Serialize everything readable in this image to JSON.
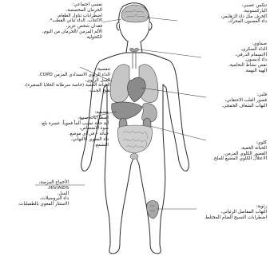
{
  "figure": {
    "title": "",
    "kind": "anatomy-diagram"
  },
  "labels": [
    {
      "id": "psych",
      "heading": "نفسي اجتماعي:",
      "lines": [
        "الحرمان المخصصة،",
        "اضطرابات تناول الطعام،",
        "الاكتئاب. الداء ثنائي القطب*.",
        "فقدان شخص عزيز،",
        "الألم المزمن /الحرمان من النوم،",
        "الكحولية."
      ]
    },
    {
      "id": "neuro",
      "heading": "تنكس عصبي:",
      "lines": [
        "الباركنسونية،",
        "الخرف مثل داء الزهايمر،",
        "داء العصبون المحرك."
      ]
    },
    {
      "id": "endo",
      "heading": "صماوي:",
      "lines": [
        "الداء السكري،",
        "الانسمام الدرقي،",
        "داء أديسون،",
        "نقص نشاط النخامية،",
        "الهية النهمة."
      ]
    },
    {
      "id": "resp",
      "heading": "تنفسية:",
      "lines": [
        "الداء الرئوي الانسدادي المزمن COPD،",
        "السل الرئوي،",
        "الخباثة الخفية (خاصة سرطانة الخلايا الصغيرة)،",
        "تقيح الجنب."
      ]
    },
    {
      "id": "cardiac",
      "heading": "قلبي:",
      "lines": [
        "قصور القلب الاحتقاني،",
        "التهاب الشغاف الخمجي."
      ]
    },
    {
      "id": "gi",
      "heading": "هضمية:",
      "lines": [
        "اضطرابات سنية،",
        "أية حالة تسبب ألماً فموياً، عسرة بلع،",
        "سوء الامتصاص،",
        "خباثة – في أي موضع،",
        "داء المعوي الالتهابي،",
        "التشمع."
      ]
    },
    {
      "id": "renal",
      "heading": "كلوي:",
      "lines": [
        "الخباثة الخفية،",
        "القصور الكلوي المزمن،",
        "الاعتلال الكلوي المضيع للملح."
      ]
    },
    {
      "id": "rheum",
      "heading": "رثوية:",
      "lines": [
        "التهاب المفاصل الرثياني،",
        "اضطرابات النسيج الضام المختلط."
      ]
    },
    {
      "id": "infect",
      "heading": "الأخماج المزمنة،",
      "lines": [
        "HIV/AIDS،",
        "السل،",
        "داء البروسيلات،",
        "الاستثار المعوي بالطفيليات."
      ]
    }
  ],
  "colors": {
    "skin": "#ffffff",
    "outline": "#2a2a2a",
    "organ_gray": "#b8b8b8",
    "organ_dark": "#7d7d7d",
    "organ_light": "#d4d4d4",
    "leader": "#3a3a3a",
    "text": "#111111"
  }
}
